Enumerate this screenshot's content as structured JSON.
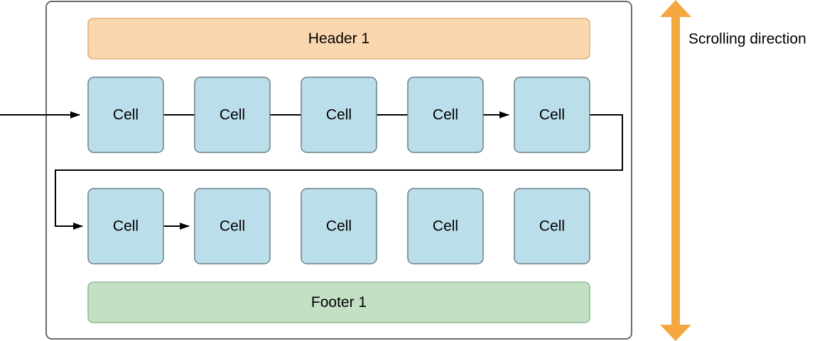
{
  "header": {
    "label": "Header 1",
    "fill": "#fbd7b0",
    "stroke": "#e0ad78"
  },
  "footer": {
    "label": "Footer 1",
    "fill": "#c3e0c4",
    "stroke": "#8fba92"
  },
  "rows": [
    [
      "Cell",
      "Cell",
      "Cell",
      "Cell",
      "Cell"
    ],
    [
      "Cell",
      "Cell",
      "Cell",
      "Cell",
      "Cell"
    ]
  ],
  "scroll": {
    "label": "Scrolling direction",
    "color": "#f4a73f"
  },
  "colors": {
    "cell_fill": "#bbdfea",
    "cell_stroke": "#6b7f86",
    "container_stroke": "#6b6b6b",
    "flow": "#000000"
  }
}
